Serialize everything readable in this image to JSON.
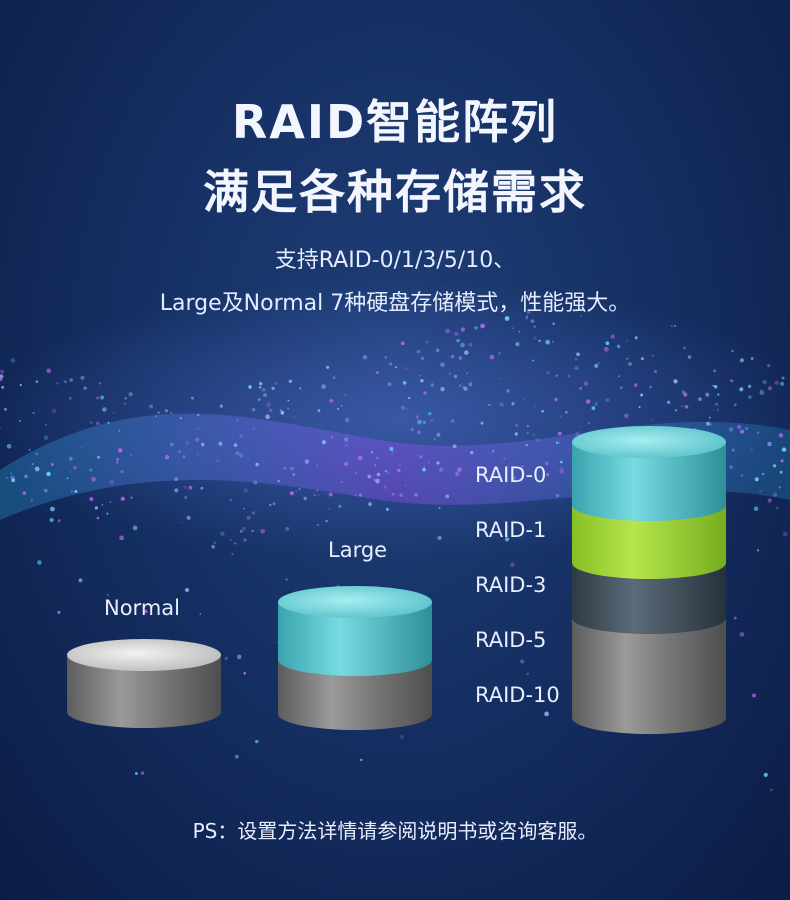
{
  "heading": {
    "line1": "RAID智能阵列",
    "line2": "满足各种存储需求"
  },
  "subtitle": {
    "line1": "支持RAID-0/1/3/5/10、",
    "line2": "Large及Normal 7种硬盘存储模式，性能强大。"
  },
  "modes": {
    "normal": "Normal",
    "large": "Large",
    "raid0": "RAID-0",
    "raid1": "RAID-1",
    "raid3": "RAID-3",
    "raid5": "RAID-5",
    "raid10": "RAID-10"
  },
  "footer_note": "PS：设置方法详情请参阅说明书或咨询客服。",
  "colors": {
    "cyan": "#5cc7cf",
    "green": "#9fd43a",
    "dark_slate": "#3e4e5c",
    "gray": "#7c7c7c",
    "silver": "#bdbdbd"
  }
}
